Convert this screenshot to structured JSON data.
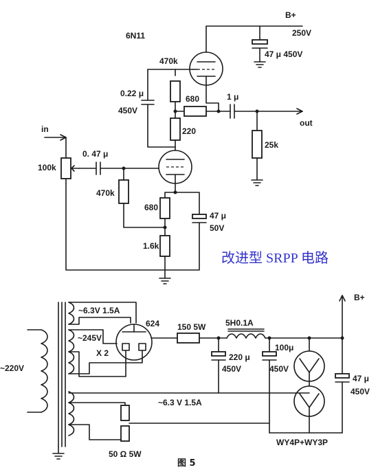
{
  "top_circuit": {
    "tube_label": "6N11",
    "supply_label": "B+",
    "supply_voltage": "250V",
    "supply_cap": "47 μ 450V",
    "r_upper_grid": "470k",
    "r_upper_cathode": "680",
    "r_middle": "220",
    "cap_bootstrap_value": "0.22 μ",
    "cap_bootstrap_voltage": "450V",
    "cap_out": "1 μ",
    "r_load": "25k",
    "output_label": "out",
    "input_label": "in",
    "pot": "100k",
    "cap_in": "0. 47 μ",
    "r_grid": "470k",
    "r_cathode": "680",
    "cap_cathode_value": "47 μ",
    "cap_cathode_voltage": "50V",
    "r_bias": "1.6k",
    "caption": "改进型 SRPP 电路"
  },
  "bottom_circuit": {
    "heater1": "~6.3V 1.5A",
    "rect_tube": "624",
    "hv_winding": "~245V",
    "hv_mult": "X 2",
    "mains": "~220V",
    "r_series": "150  5W",
    "choke": "5H0.1A",
    "cap1_value": "220 μ",
    "cap1_voltage": "450V",
    "cap2_value": "100μ",
    "cap2_voltage": "450V",
    "supply_label": "B+",
    "cap3_value": "47 μ",
    "cap3_voltage": "450V",
    "heater2": "~6.3 V 1.5A",
    "r_hum": "50 Ω   5W",
    "regulators": "WY4P+WY3P"
  },
  "figure_label": "图 5"
}
